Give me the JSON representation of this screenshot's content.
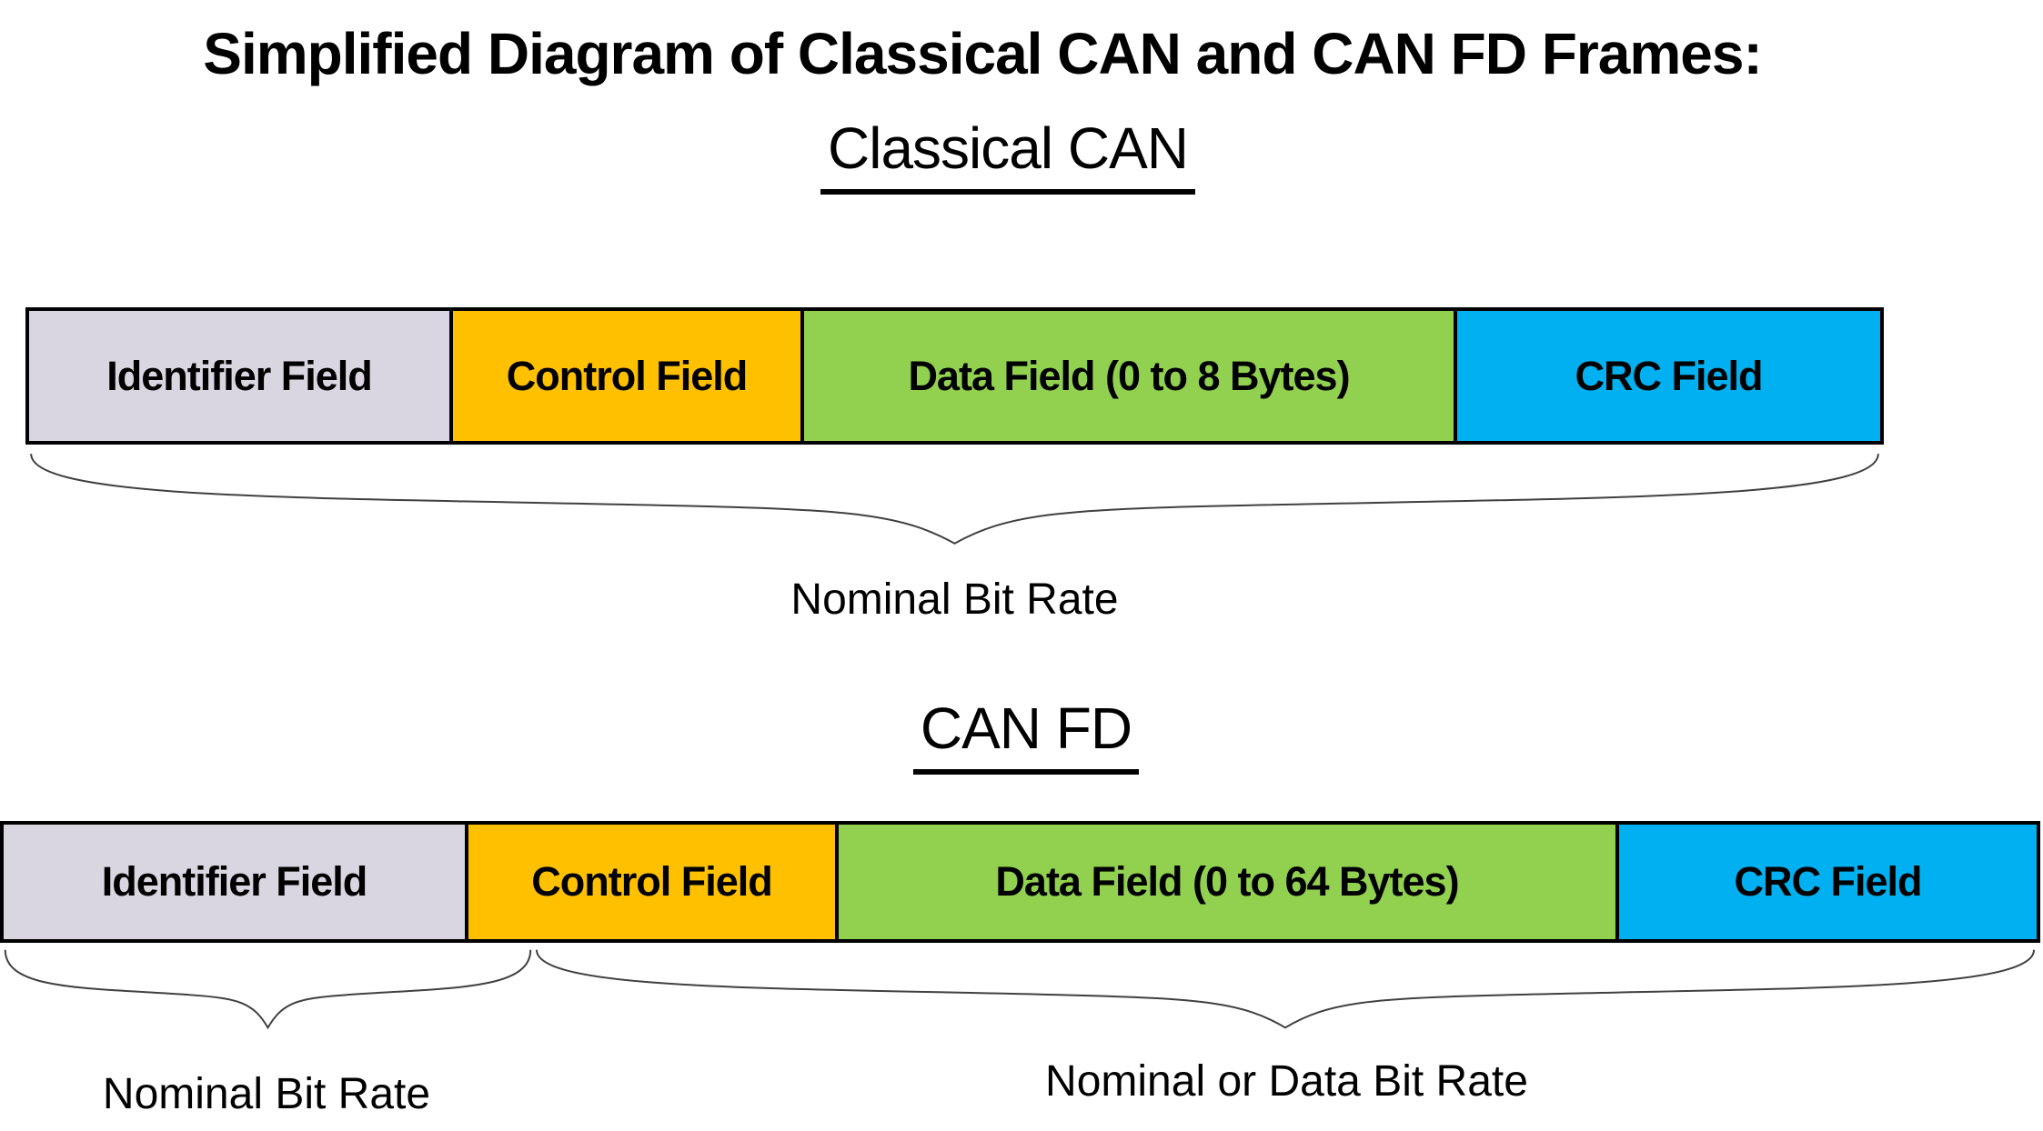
{
  "title": "Simplified Diagram of Classical CAN and CAN FD Frames:",
  "colors": {
    "identifier_field": "#DAD6E1",
    "control_field": "#FFC000",
    "data_field": "#92D050",
    "crc_field": "#00B0F0",
    "border": "#000000",
    "brace_line": "#404040"
  },
  "frames": [
    {
      "heading": "Classical CAN",
      "fields": [
        {
          "label": "Identifier Field",
          "color": "#DAD6E1",
          "width_pct": 23.0
        },
        {
          "label": "Control Field",
          "color": "#FFC000",
          "width_pct": 18.9
        },
        {
          "label": "Data Field (0 to 8 Bytes)",
          "color": "#92D050",
          "width_pct": 35.1
        },
        {
          "label": "CRC Field",
          "color": "#00B0F0",
          "width_pct": 23.0
        }
      ],
      "braces": [
        {
          "label": "Nominal Bit Rate"
        }
      ]
    },
    {
      "heading": "CAN FD",
      "fields": [
        {
          "label": "Identifier Field",
          "color": "#DAD6E1",
          "width_pct": 22.8
        },
        {
          "label": "Control Field",
          "color": "#FFC000",
          "width_pct": 18.1
        },
        {
          "label": "Data Field (0 to 64 Bytes)",
          "color": "#92D050",
          "width_pct": 38.3
        },
        {
          "label": "CRC Field",
          "color": "#00B0F0",
          "width_pct": 20.8
        }
      ],
      "braces": [
        {
          "label": "Nominal Bit Rate"
        },
        {
          "label": "Nominal or Data Bit Rate"
        }
      ]
    }
  ]
}
